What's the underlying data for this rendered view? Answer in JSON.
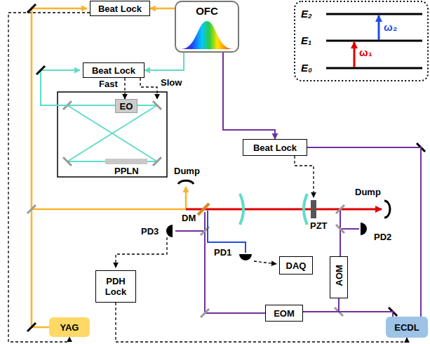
{
  "diagram": {
    "nodes": [
      {
        "text": [
          "Beat Lock"
        ]
      },
      {
        "text": [
          "OFC"
        ]
      },
      {
        "text": [
          "Beat Lock"
        ]
      },
      {
        "text": [
          "EO"
        ]
      },
      {
        "text": [
          "Beat Lock"
        ]
      },
      {
        "text": [
          "PDH Lock"
        ]
      },
      {
        "text": [
          "DAQ"
        ]
      },
      {
        "text": [
          "AOM"
        ]
      },
      {
        "text": [
          "EOM"
        ]
      },
      {
        "text": [
          "ECDL"
        ]
      },
      {
        "text": [
          "YAG"
        ]
      }
    ],
    "edges": [
      {
        "from": 1,
        "to": 0,
        "arrow": "to"
      },
      {
        "from": 1,
        "to": 2,
        "arrow": "to"
      },
      {
        "from": 1,
        "to": 4,
        "arrow": "to"
      },
      {
        "from": 2,
        "to": 3,
        "label": "Fast",
        "arrow": "to"
      },
      {
        "from": 0,
        "to": 10,
        "arrow": "to"
      },
      {
        "from": 5,
        "to": 9,
        "arrow": "to"
      },
      {
        "from": 9,
        "to": 4,
        "arrow": "none"
      },
      {
        "from": 9,
        "to": 8,
        "arrow": "none"
      },
      {
        "from": 9,
        "to": 7,
        "arrow": "none"
      }
    ],
    "labels": [
      "Slow",
      "PPLN",
      "Dump",
      "DM",
      "PD3",
      "PD1",
      "PZT",
      "Dump",
      "PD2",
      "E₂",
      "E₁",
      "E₀",
      "ω₁",
      "ω₂"
    ]
  }
}
